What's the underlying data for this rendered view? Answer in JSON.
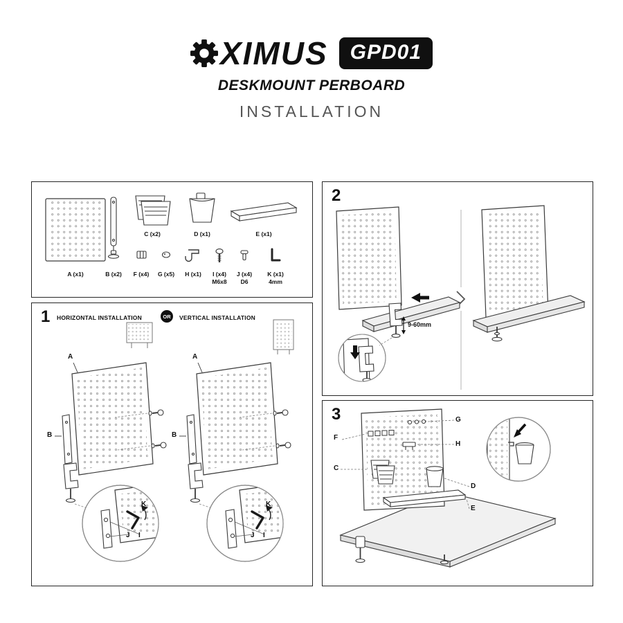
{
  "header": {
    "brand": "OXIMUS",
    "brand_suffix": "XIMUS",
    "model": "GPD01",
    "product": "DESKMOUNT PERBOARD",
    "subtitle": "INSTALLATION"
  },
  "colors": {
    "ink": "#1a1a1a",
    "badge_bg": "#101010",
    "subtitle_gray": "#555555"
  },
  "parts": {
    "a": {
      "label": "A (x1)"
    },
    "b": {
      "label": "B (x2)"
    },
    "c": {
      "label": "C (x2)"
    },
    "d": {
      "label": "D (x1)"
    },
    "e": {
      "label": "E (x1)"
    },
    "f": {
      "label": "F (x4)"
    },
    "g": {
      "label": "G (x5)"
    },
    "h": {
      "label": "H (x1)"
    },
    "i": {
      "label": "I (x4)",
      "spec": "M6x8"
    },
    "j": {
      "label": "J (x4)",
      "spec": "D6"
    },
    "k": {
      "label": "K (x1)",
      "spec": "4mm"
    }
  },
  "step1": {
    "number": "1",
    "horizontal_label": "HORIZONTAL INSTALLATION",
    "or_label": "OR",
    "vertical_label": "VERTICAL INSTALLATION",
    "callouts": {
      "a": "A",
      "b": "B",
      "i": "I",
      "j": "J",
      "k": "K"
    }
  },
  "step2": {
    "number": "2",
    "clamp_range": "9-60mm"
  },
  "step3": {
    "number": "3",
    "callouts": {
      "c": "C",
      "d": "D",
      "e": "E",
      "f": "F",
      "g": "G",
      "h": "H"
    }
  }
}
